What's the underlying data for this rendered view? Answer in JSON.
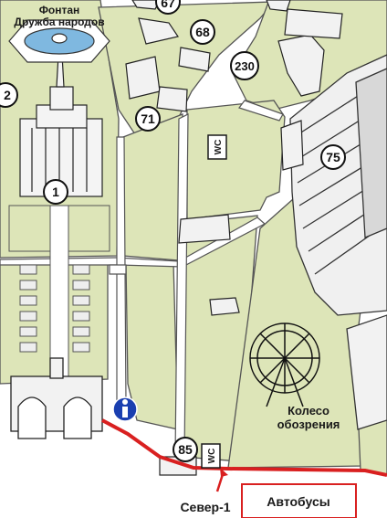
{
  "map": {
    "colors": {
      "park": "#dde5b8",
      "path": "#ffffff",
      "outline": "#555555",
      "building": "#f2f2f2",
      "route": "#d92020",
      "water": "#7fb8e0"
    },
    "labels": {
      "fountain_line1": "Фонтан",
      "fountain_line2": "Дружба народов",
      "ferris_line1": "Колесо",
      "ferris_line2": "обозрения",
      "exit": "Север-1",
      "buses": "Автобусы"
    },
    "markers": [
      {
        "id": "67",
        "text": "67"
      },
      {
        "id": "68",
        "text": "68"
      },
      {
        "id": "230",
        "text": "230"
      },
      {
        "id": "2",
        "text": "2"
      },
      {
        "id": "71",
        "text": "71"
      },
      {
        "id": "75",
        "text": "75"
      },
      {
        "id": "1",
        "text": "1"
      },
      {
        "id": "85",
        "text": "85"
      }
    ],
    "wc": [
      {
        "text": "WC"
      },
      {
        "text": "WC"
      }
    ],
    "icons": {
      "info": "info-icon",
      "arrow": "up-arrow-icon"
    }
  }
}
